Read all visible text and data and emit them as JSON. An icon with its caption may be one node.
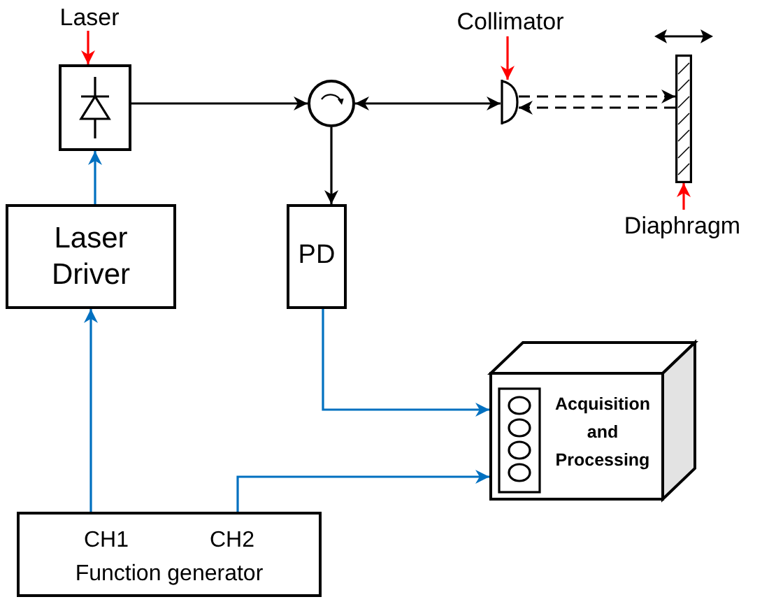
{
  "diagram": {
    "nodes": [
      {
        "text": [
          "Laser"
        ]
      },
      {
        "text": [],
        "shape": "box"
      },
      {
        "text": [],
        "shape": "circle"
      },
      {
        "text": [
          "Collimator"
        ]
      },
      {
        "text": [],
        "shape": "lens"
      },
      {
        "text": [],
        "shape": "bar"
      },
      {
        "text": [
          "Diaphragm"
        ]
      },
      {
        "text": [
          "Laser Driver"
        ]
      },
      {
        "text": [
          "PD"
        ]
      },
      {
        "text": [
          "Acquisition and Processing"
        ]
      },
      {
        "text": [
          "CH1",
          "CH2",
          "Function generator"
        ]
      }
    ],
    "edges": [
      {
        "from": 0,
        "to": 1,
        "arrow": "to",
        "color": "#ff0000"
      },
      {
        "from": 1,
        "to": 2,
        "arrow": "to"
      },
      {
        "from": 2,
        "to": 4,
        "arrow": "both"
      },
      {
        "from": 4,
        "to": 5,
        "arrow": "to",
        "style": "dashed"
      },
      {
        "from": 5,
        "to": 4,
        "arrow": "to",
        "style": "dashed"
      },
      {
        "from": 3,
        "to": 4,
        "arrow": "to",
        "color": "#ff0000"
      },
      {
        "from": 6,
        "to": 5,
        "arrow": "to",
        "color": "#ff0000"
      },
      {
        "from": 2,
        "to": 8,
        "arrow": "to"
      },
      {
        "from": 7,
        "to": 1,
        "arrow": "to",
        "color": "#0070c0"
      },
      {
        "from": 10,
        "to": 7,
        "arrow": "to",
        "color": "#0070c0"
      },
      {
        "from": 8,
        "to": 9,
        "arrow": "to",
        "color": "#0070c0"
      },
      {
        "from": 10,
        "to": 9,
        "arrow": "to",
        "color": "#0070c0"
      }
    ]
  }
}
